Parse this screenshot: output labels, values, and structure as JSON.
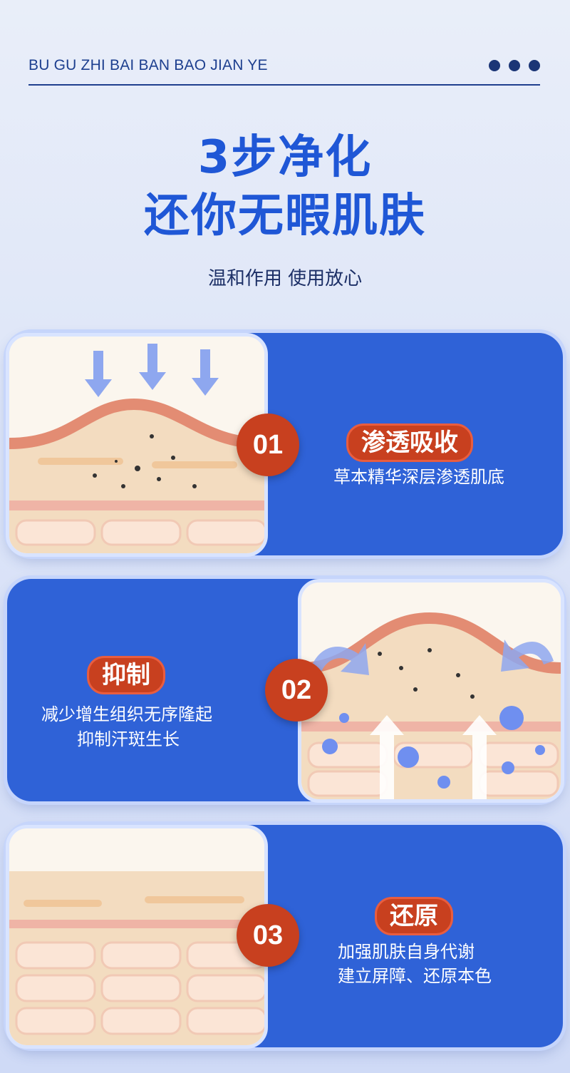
{
  "header": {
    "brand": "BU GU ZHI BAI BAN BAO JIAN YE",
    "menu_icon": "more-dots-icon"
  },
  "hero": {
    "title_line1": "3步净化",
    "title_line2": "还你无暇肌肤",
    "subtitle": "温和作用  使用放心"
  },
  "steps": [
    {
      "number": "01",
      "title": "渗透吸收",
      "desc_line1": "草本精华深层渗透肌底",
      "desc_line2": ""
    },
    {
      "number": "02",
      "title": "抑制",
      "desc_line1": "减少增生组织无序隆起",
      "desc_line2": "抑制汗斑生长"
    },
    {
      "number": "03",
      "title": "还原",
      "desc_line1": "加强肌肤自身代谢",
      "desc_line2": "建立屏障、还原本色"
    }
  ],
  "colors": {
    "primary": "#2f62d7",
    "title_blue": "#1f57d6",
    "accent": "#c8401f",
    "skin": "#f4d9b6"
  }
}
